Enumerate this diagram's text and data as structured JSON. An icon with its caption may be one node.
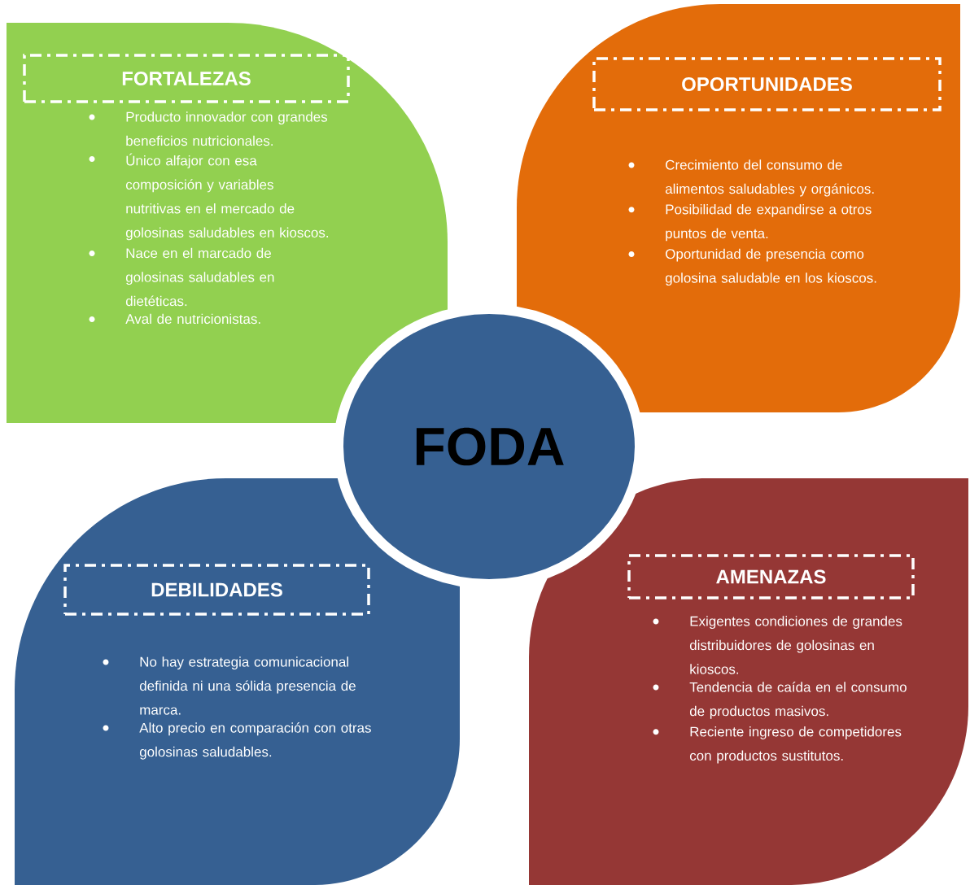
{
  "diagram": {
    "nodes": [
      {
        "text": [
          "Producto innovador con grandes beneficios nutricionales.",
          "Único alfajor con esa composición y variables nutritivas en el mercado de golosinas saludables en kioscos.",
          "Nace en el marcado de golosinas saludables en dietéticas.",
          "Aval de nutricionistas."
        ]
      },
      {
        "text": [
          "FORTALEZAS"
        ],
        "in": 0
      },
      {
        "text": [
          "Crecimiento del consumo de alimentos saludables y orgánicos.",
          "Posibilidad de expandirse a otros puntos de venta.",
          "Oportunidad de presencia como golosina saludable en los kioscos."
        ]
      },
      {
        "text": [
          "OPORTUNIDADES"
        ],
        "in": 2
      },
      {
        "text": [
          "FODA"
        ]
      },
      {
        "text": [
          "No hay estrategia comunicacional definida ni una sólida presencia de marca.",
          "Alto precio en comparación con otras golosinas saludables."
        ]
      },
      {
        "text": [
          "DEBILIDADES"
        ],
        "in": 5
      },
      {
        "text": [
          "Exigentes condiciones de grandes distribuidores de golosinas en kioscos.",
          "Tendencia de caída en el consumo de productos masivos.",
          "Reciente ingreso de competidores con productos sustitutos."
        ]
      },
      {
        "text": [
          "AMENAZAS"
        ],
        "in": 7
      }
    ]
  }
}
